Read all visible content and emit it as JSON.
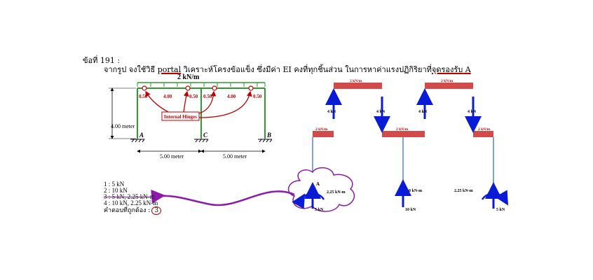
{
  "question": {
    "number": "ข้อที่ 191 :",
    "text_1": "จากรูป จงใช้วิธี ",
    "text_portal": "portal",
    "text_2": " วิเคราะห์โครงข้อแข็ง ซึ่งมีค่า EI คงที่ทุกชิ้นส่วน ในการหาค่าแรงปฏิกิริยาที่",
    "text_support": "จุดรองรับ",
    "text_3": " A"
  },
  "frame": {
    "load_label": "2 kN/m",
    "segment_labels": [
      "0.50",
      "4.00",
      "0.50",
      "0.50",
      "4.00",
      "0.50"
    ],
    "height_label": "4.00 meter",
    "span_labels": [
      "5.00 meter",
      "5.00 meter"
    ],
    "support_labels": [
      "A",
      "C",
      "B"
    ],
    "hinge_box_label": "Internal Hinges"
  },
  "answers": {
    "choices": [
      "1 : 5 kN",
      "2 : 10 kN",
      "3 : 5 kN, 2.25 kN-m",
      "4 : 10 kN, 2.25 kN-m"
    ],
    "correct_label": "คำตอบที่ถูกต้อง :",
    "correct_value": "3"
  },
  "fbd": {
    "distributed_load": "2 kN/m",
    "shear_force": "4 kN",
    "point_a": "A",
    "moment_a": "2.25 kN-m",
    "reaction_a": "5 kN",
    "moment_c": "0 kN-m",
    "reaction_c": "10 kN",
    "moment_b": "2.25 kN-m",
    "reaction_b": "5 kN"
  },
  "colors": {
    "beam_red": "#d24a4a",
    "arrow_blue": "#0a1bd6",
    "annotation_red": "#c00000",
    "annotation_purple": "#8b1aa8",
    "member_green": "#2e9a2e",
    "column_blue": "#4f89c9"
  }
}
